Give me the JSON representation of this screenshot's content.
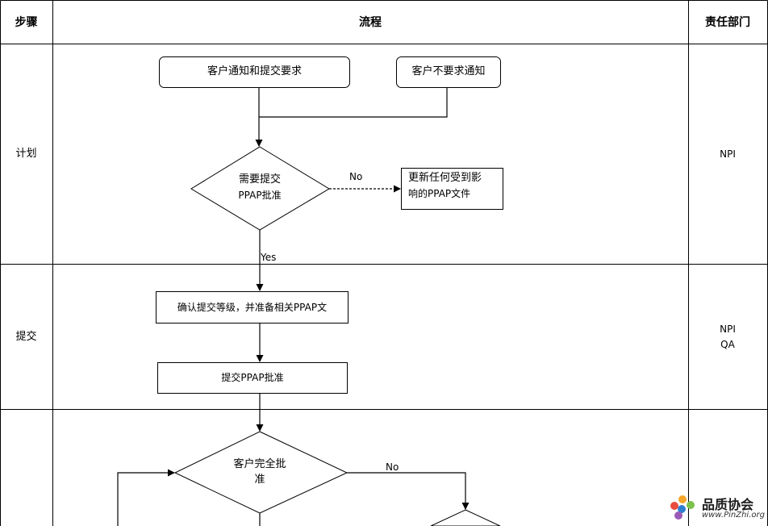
{
  "header": {
    "step_label": "步骤",
    "process_label": "流程",
    "dept_label": "责任部门"
  },
  "rows": [
    {
      "step": "计划",
      "dept": [
        "NPI"
      ]
    },
    {
      "step": "提交",
      "dept": [
        "NPI",
        "QA"
      ]
    }
  ],
  "nodes": {
    "customer_notify": "客户通知和提交要求",
    "customer_no_notify": "客户不要求通知",
    "need_submit": [
      "需要提交",
      "PPAP批准"
    ],
    "update_docs": [
      "更新任何受到影",
      "响的PPAP文件"
    ],
    "confirm_level": "确认提交等级，并准备相关PPAP文",
    "submit_ppap": "提交PPAP批准",
    "customer_approve": [
      "客户完全批",
      "准"
    ]
  },
  "edges": {
    "no_label_1": "No",
    "yes_label": "Yes",
    "no_label_2": "No"
  },
  "watermark": {
    "brand": "品质协会",
    "url": "www.PinZhi.org"
  }
}
